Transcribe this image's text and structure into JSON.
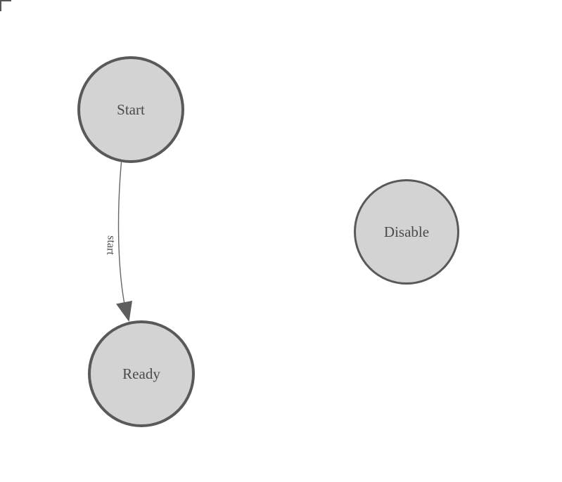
{
  "diagram": {
    "type": "state-diagram",
    "nodes": [
      {
        "id": "start",
        "label": "Start"
      },
      {
        "id": "ready",
        "label": "Ready"
      },
      {
        "id": "disable",
        "label": "Disable"
      }
    ],
    "edges": [
      {
        "from": "Start",
        "to": "Ready",
        "label": "start"
      }
    ],
    "colors": {
      "background": "#ffffff",
      "node_fill": "#d3d3d3",
      "node_stroke": "#595959",
      "node_text": "#4a4a4a",
      "edge_stroke": "#666666",
      "arrowhead_fill": "#5e5e5e",
      "edge_label_text": "#4a4a4a",
      "corner_mark": "#555555"
    }
  }
}
